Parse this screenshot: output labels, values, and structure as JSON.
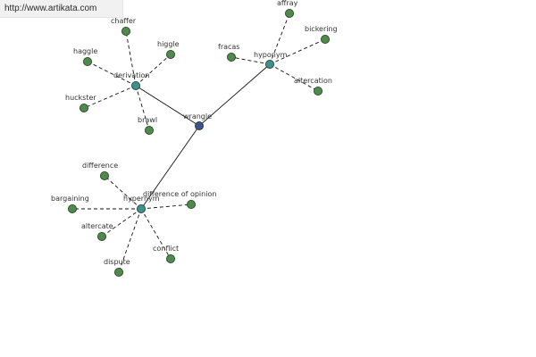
{
  "header": {
    "url": "http://www.artikata.com"
  },
  "graph": {
    "center": {
      "label": "wrangle",
      "color": "#3f4f8f"
    },
    "relations": [
      {
        "label": "derivation",
        "color": "#3f8f8f",
        "terms": [
          "chaffer",
          "higgle",
          "haggle",
          "huckster",
          "brawl"
        ]
      },
      {
        "label": "hyponym",
        "color": "#3f8f8f",
        "terms": [
          "affray",
          "bickering",
          "fracas",
          "altercation"
        ]
      },
      {
        "label": "hypernym",
        "color": "#3f8f8f",
        "terms": [
          "difference",
          "difference of opinion",
          "bargaining",
          "altercate",
          "conflict",
          "dispute"
        ]
      }
    ],
    "term_color": "#4f8a4b"
  }
}
